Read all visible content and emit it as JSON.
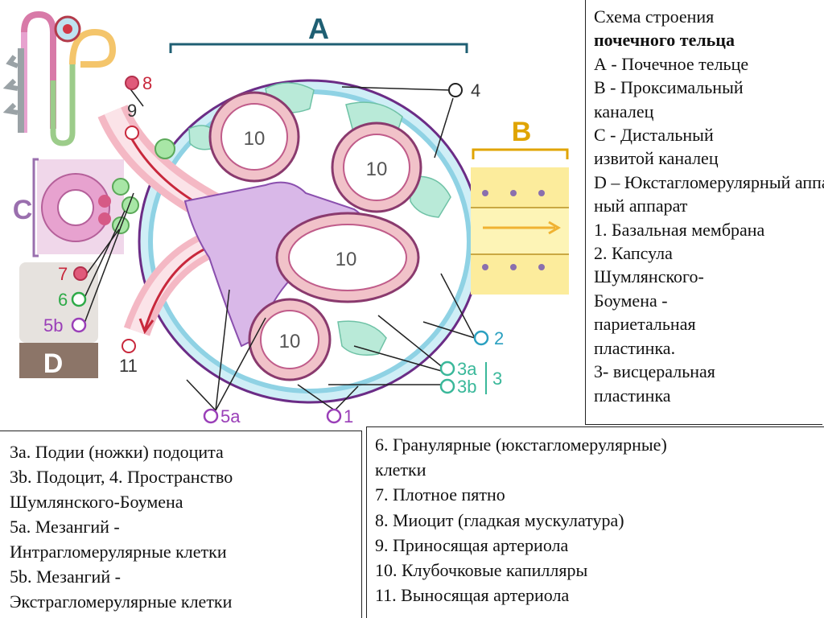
{
  "diagram": {
    "letters": {
      "A": "A",
      "B": "B",
      "C": "C",
      "D": "D"
    },
    "capillary_labels": [
      "10",
      "10",
      "10",
      "10"
    ],
    "callouts": {
      "n1": "1",
      "n2": "2",
      "n3": "3",
      "n3a": "3a",
      "n3b": "3b",
      "n4": "4",
      "n5a": "5a",
      "n5b": "5b",
      "n6": "6",
      "n7": "7",
      "n8": "8",
      "n9": "9",
      "n11": "11"
    },
    "colors": {
      "letters": "#1f5f73",
      "capsule": "#9bd4e4",
      "podocyte": "#a8e6d0",
      "mesangium": "#c9a2dc",
      "capillary_wall": "#f1c2c9",
      "arteriole": "#c8283c",
      "proximal": "#fdf4b6",
      "distal": "#e7a2cf",
      "jga_box": "#e6e2de",
      "jga_dark": "#8c7568"
    }
  },
  "legend_right": {
    "lines": [
      "Схема строения",
      "почечного тельца",
      "А - Почечное тельце",
      "В - Проксимальный",
      "каналец",
      "С - Дистальный",
      "извитой каналец",
      "D – Юкстагломерулярный аппарат",
      "ный аппарат",
      "1. Базальная мембрана",
      "2. Капсула",
      "Шумлянского-",
      "Боумена -",
      "париетальная",
      "пластинка.",
      "3- висцеральная",
      "пластинка"
    ]
  },
  "legend_bottom_left": {
    "lines": [
      "3a. Подии (ножки) подоцита",
      "3b. Подоцит, 4. Пространство",
      "Шумлянского-Боумена",
      "5a. Мезангий -",
      "Интрагломерулярные клетки",
      "5b. Мезангий -",
      "Экстрагломерулярные клетки"
    ]
  },
  "legend_bottom_right": {
    "lines": [
      "6. Гранулярные (юкстагломерулярные)",
      "клетки",
      "7. Плотное пятно",
      "8. Миоцит (гладкая мускулатура)",
      "9. Приносящая артериола",
      "10. Клубочковые капилляры",
      "11. Выносящая артериола"
    ]
  }
}
